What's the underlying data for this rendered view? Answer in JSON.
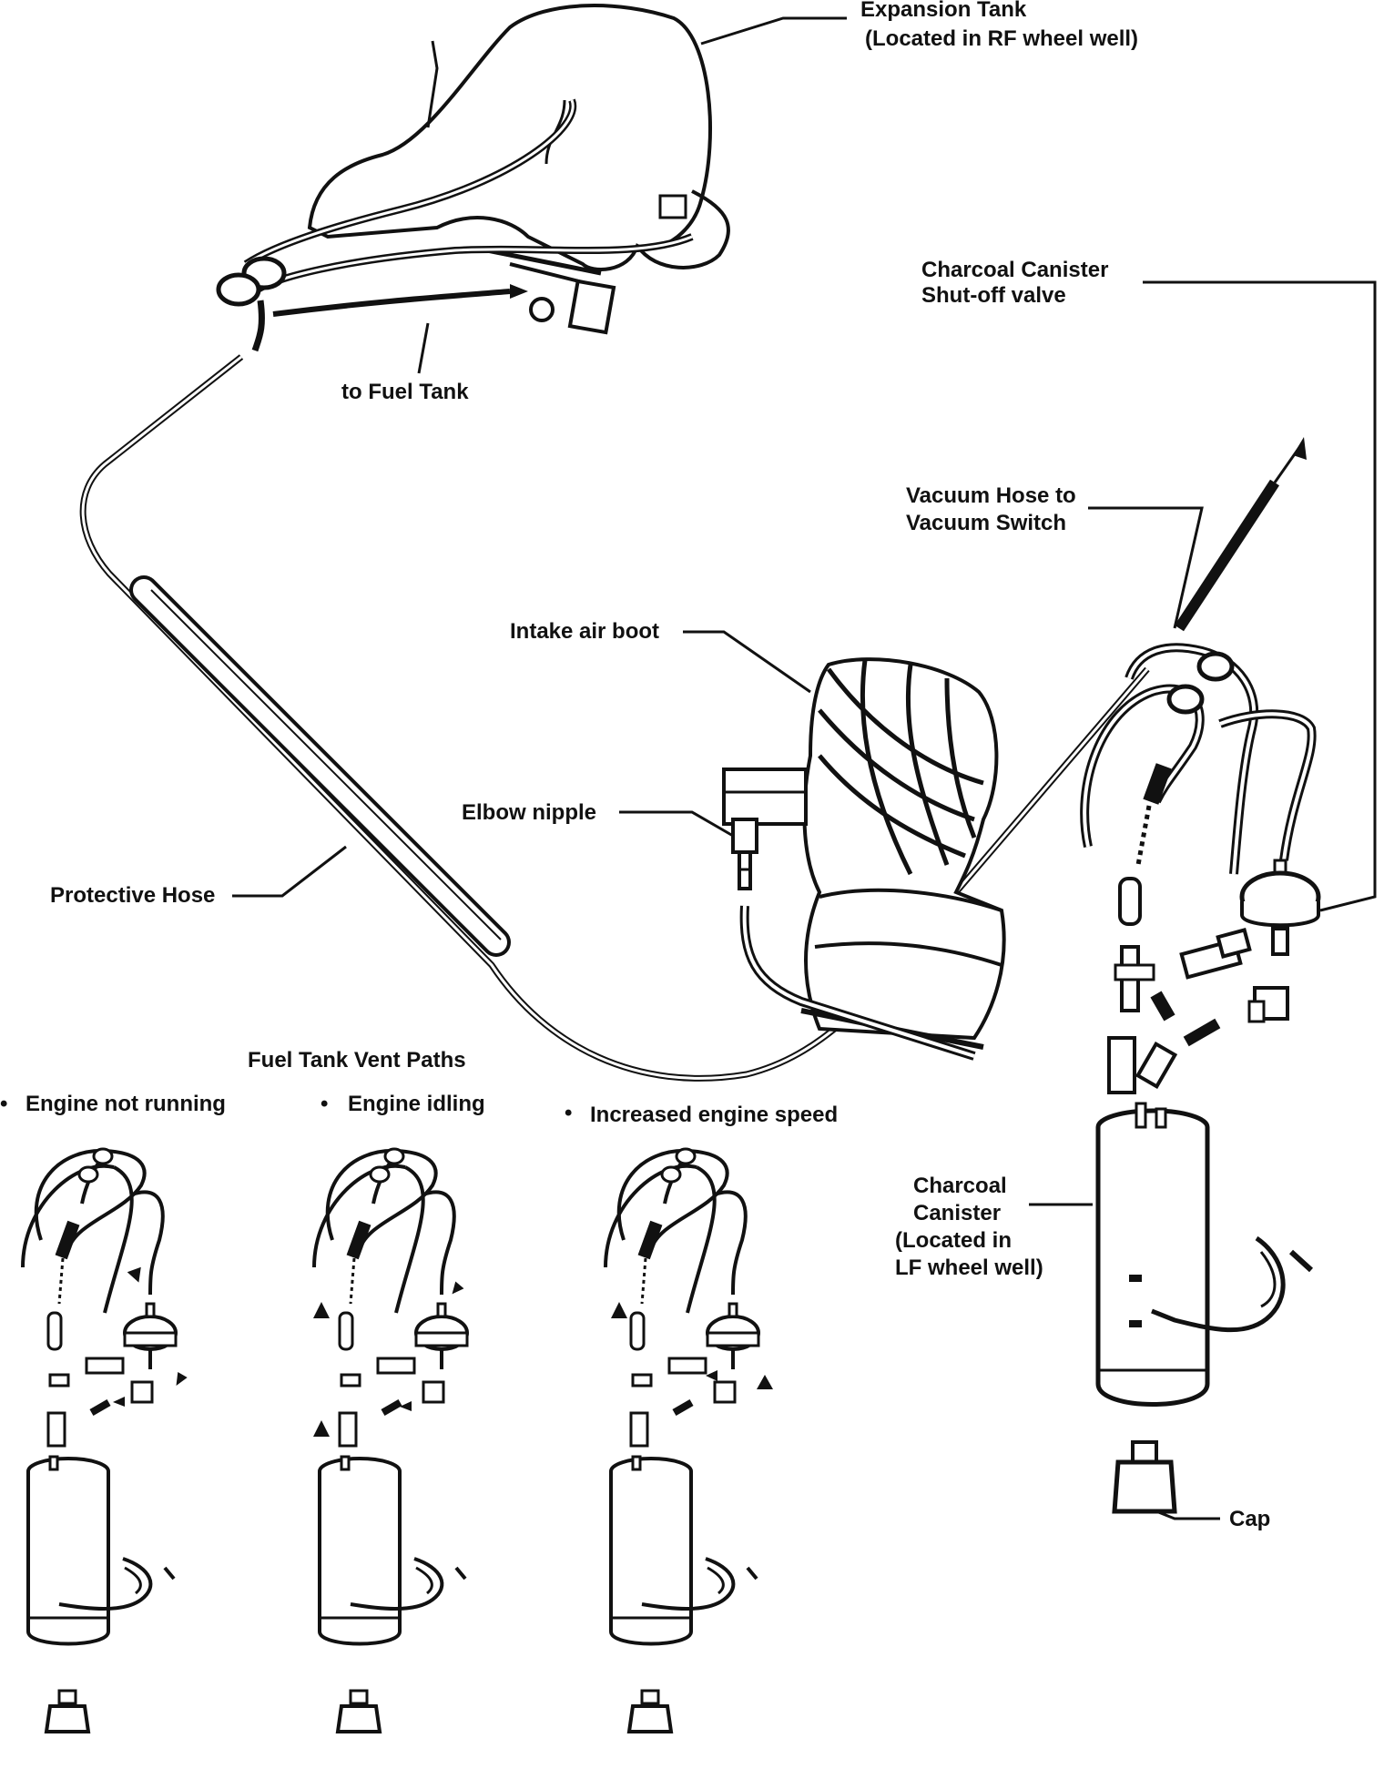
{
  "labels": {
    "expansion_tank_1": "Expansion Tank",
    "expansion_tank_2": "(Located in RF wheel well)",
    "to_fuel_tank": "to Fuel Tank",
    "canister_valve_1": "Charcoal Canister",
    "canister_valve_2": "Shut-off valve",
    "vacuum_hose_1": "Vacuum Hose to",
    "vacuum_hose_2": "Vacuum Switch",
    "intake_air_boot": "Intake air boot",
    "elbow_nipple": "Elbow nipple",
    "protective_hose": "Protective Hose",
    "vent_paths_title": "Fuel Tank Vent Paths",
    "mode_not_running": "Engine not running",
    "mode_idling": "Engine idling",
    "mode_increased": "Increased engine speed",
    "canister_1": "Charcoal",
    "canister_2": "Canister",
    "canister_3": "(Located in",
    "canister_4": "LF wheel well)",
    "cap": "Cap"
  },
  "colors": {
    "ink": "#111111",
    "paper": "#ffffff"
  }
}
